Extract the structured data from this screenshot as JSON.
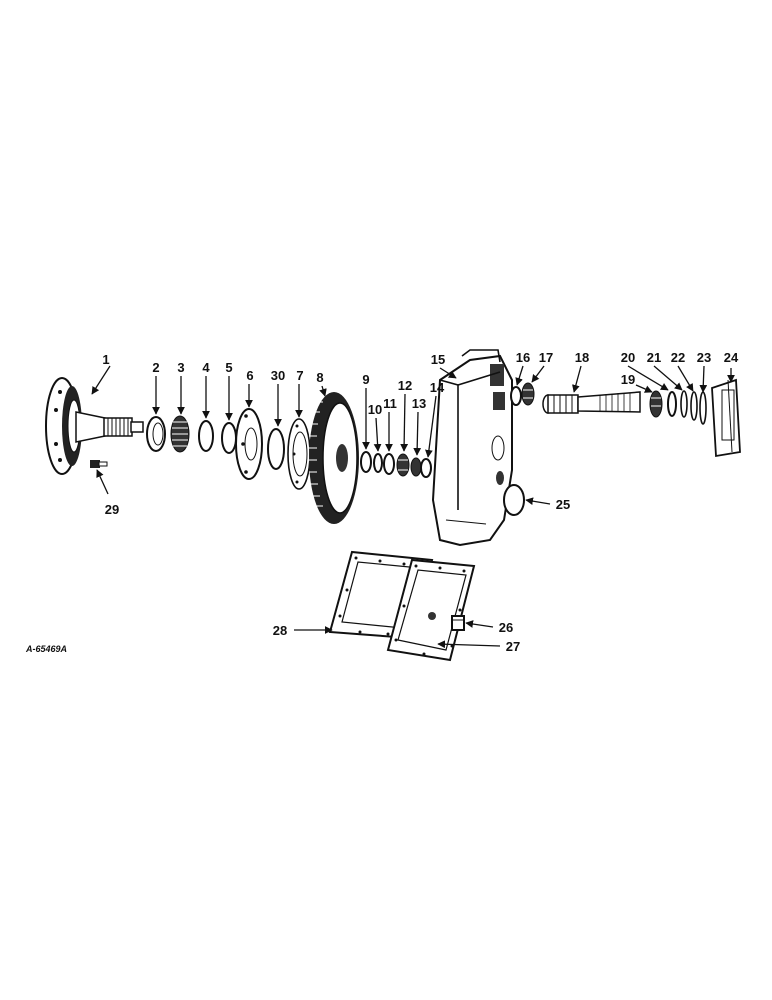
{
  "drawing_id": "A-65469A",
  "callouts": [
    "1",
    "2",
    "3",
    "4",
    "5",
    "30",
    "6",
    "7",
    "8",
    "9",
    "10",
    "11",
    "12",
    "13",
    "14",
    "15",
    "16",
    "17",
    "18",
    "19",
    "20",
    "21",
    "22",
    "23",
    "24",
    "25",
    "26",
    "27",
    "28",
    "29"
  ]
}
